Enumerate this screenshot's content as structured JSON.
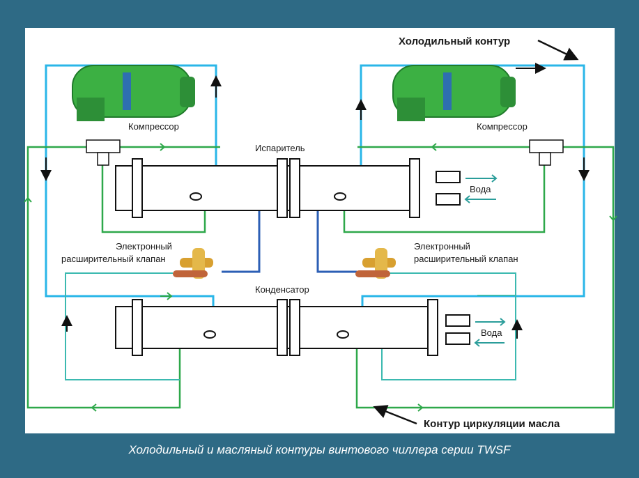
{
  "caption": "Холодильный и масляный контуры винтового чиллера серии TWSF",
  "labels": {
    "refrigerant_circuit": "Холодильный контур",
    "oil_circuit": "Контур циркуляции масла",
    "compressor_left": "Компрессор",
    "compressor_right": "Компрессор",
    "evaporator": "Испаритель",
    "condenser": "Конденсатор",
    "valve_left_line1": "Электронный",
    "valve_left_line2": "расширительный клапан",
    "valve_right_line1": "Электронный",
    "valve_right_line2": "расширительный клапан",
    "water_top": "Вода",
    "water_bottom": "Вода"
  },
  "colors": {
    "frame": "#2e6a85",
    "refrigerant_line": "#29b6e8",
    "oil_line": "#2ea84a",
    "liquid_line": "#2c5fb5",
    "condenser_line": "#3bb9b0",
    "compressor": "#3cb043"
  }
}
